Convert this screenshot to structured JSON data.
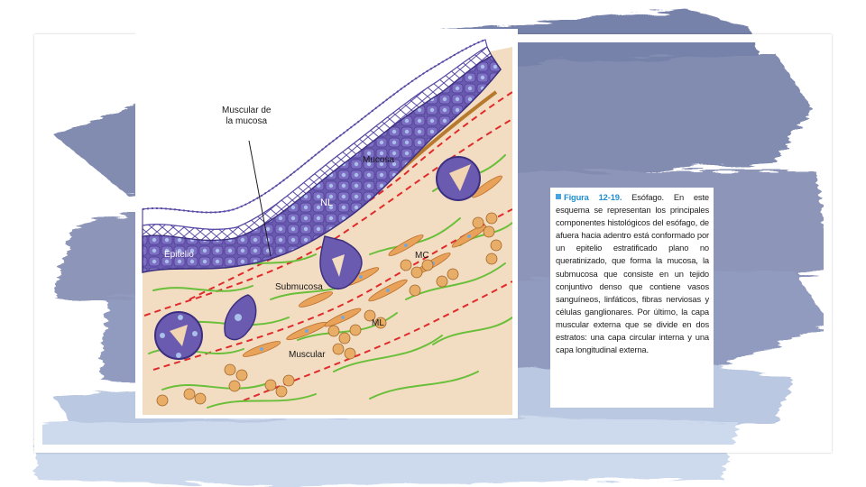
{
  "figure": {
    "labels": {
      "muscularis_mucosae": "Muscular de\nla mucosa",
      "mucosa": "Mucosa",
      "nl": "NL",
      "epithelium": "Epitelio",
      "mc": "MC",
      "submucosa": "Submucosa",
      "ml": "ML",
      "muscularis": "Muscular"
    }
  },
  "caption": {
    "figure_number": "Figura 12-19.",
    "text": "Esófago. En este esquema se representan los principales componentes histológicos del esófago, de afuera hacia adentro está conformado por un epitelio estratificado plano no queratinizado, que forma la mucosa, la submucosa que consiste en un tejido conjuntivo denso que contiene vasos sanguíneos, linfáticos, fibras nerviosas y células ganglionares. Por último, la capa muscular externa que se divide en dos estratos: una capa circular interna y una capa longitudinal externa."
  },
  "colors": {
    "brush": "#7b86ad",
    "tissue": "#f3ddc2",
    "epithelium": "#6b5bb0",
    "fibers": "#6abf3a",
    "dashed_line": "#e02b2b",
    "muscle": "#e9a25a",
    "caption_accent": "#1f8fd0"
  }
}
